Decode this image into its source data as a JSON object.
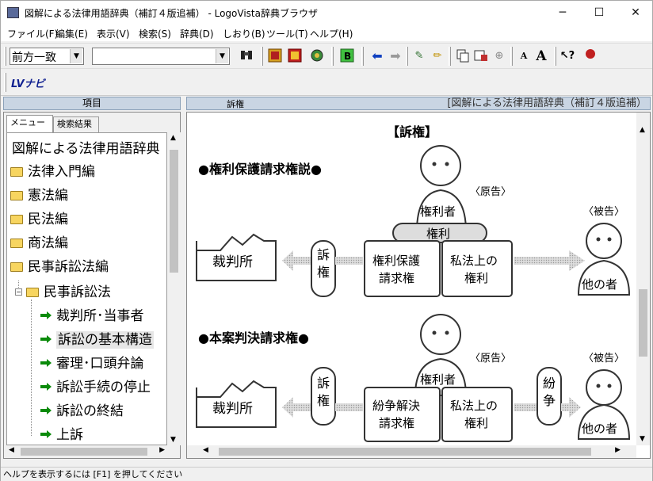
{
  "window": {
    "title": "図解による法律用語辞典（補訂４版追補） - LogoVista辞典ブラウザ",
    "minimize": "─",
    "maximize": "☐",
    "close": "✕"
  },
  "menu": [
    "ファイル(F)",
    "編集(E)",
    "表示(V)",
    "検索(S)",
    "辞典(D)",
    "しおり(B)",
    "ツール(T)",
    "ヘルプ(H)"
  ],
  "toolbar": {
    "search_mode": "前方一致",
    "search_value": "",
    "lvnavi_label": "LVナビ",
    "font_small": "A",
    "font_large": "A"
  },
  "left_pane": {
    "header": "項目",
    "tabs": [
      "メニュー",
      "検索結果"
    ],
    "tree": [
      {
        "label": "図解による法律用語辞典",
        "type": "root"
      },
      {
        "label": "法律入門編",
        "type": "folder"
      },
      {
        "label": "憲法編",
        "type": "folder"
      },
      {
        "label": "民法編",
        "type": "folder"
      },
      {
        "label": "商法編",
        "type": "folder"
      },
      {
        "label": "民事訴訟法編",
        "type": "folder"
      },
      {
        "label": "民事訴訟法",
        "type": "subfolder"
      },
      {
        "label": "裁判所･当事者",
        "type": "item"
      },
      {
        "label": "訴訟の基本構造",
        "type": "item",
        "selected": true
      },
      {
        "label": "審理･口頭弁論",
        "type": "item"
      },
      {
        "label": "訴訟手続の停止",
        "type": "item"
      },
      {
        "label": "訴訟の終結",
        "type": "item"
      },
      {
        "label": "上訴",
        "type": "item"
      }
    ]
  },
  "right_pane": {
    "header_left": "訴権",
    "header_right": "[図解による法律用語辞典（補訂４版追補）"
  },
  "diagram": {
    "title": "【訴権】",
    "section1": {
      "heading": "●権利保護請求権説●",
      "court": "裁判所",
      "suit": [
        "訴",
        "権"
      ],
      "plaintiff_label": "〈原告〉",
      "plaintiff": "権利者",
      "right_tag": "権利",
      "claim": [
        "権利保護",
        "請求権"
      ],
      "private": [
        "私法上の",
        "権利"
      ],
      "defendant_label": "〈被告〉",
      "defendant": "他の者"
    },
    "section2": {
      "heading": "●本案判決請求権●",
      "court": "裁判所",
      "suit": [
        "訴",
        "権"
      ],
      "plaintiff_label": "〈原告〉",
      "plaintiff": "権利者",
      "claim": [
        "紛争解決",
        "請求権"
      ],
      "private": [
        "私法上の",
        "権利"
      ],
      "dispute": [
        "紛",
        "争"
      ],
      "defendant_label": "〈被告〉",
      "defendant": "他の者"
    }
  },
  "status": "ヘルプを表示するには [F1] を押してください"
}
